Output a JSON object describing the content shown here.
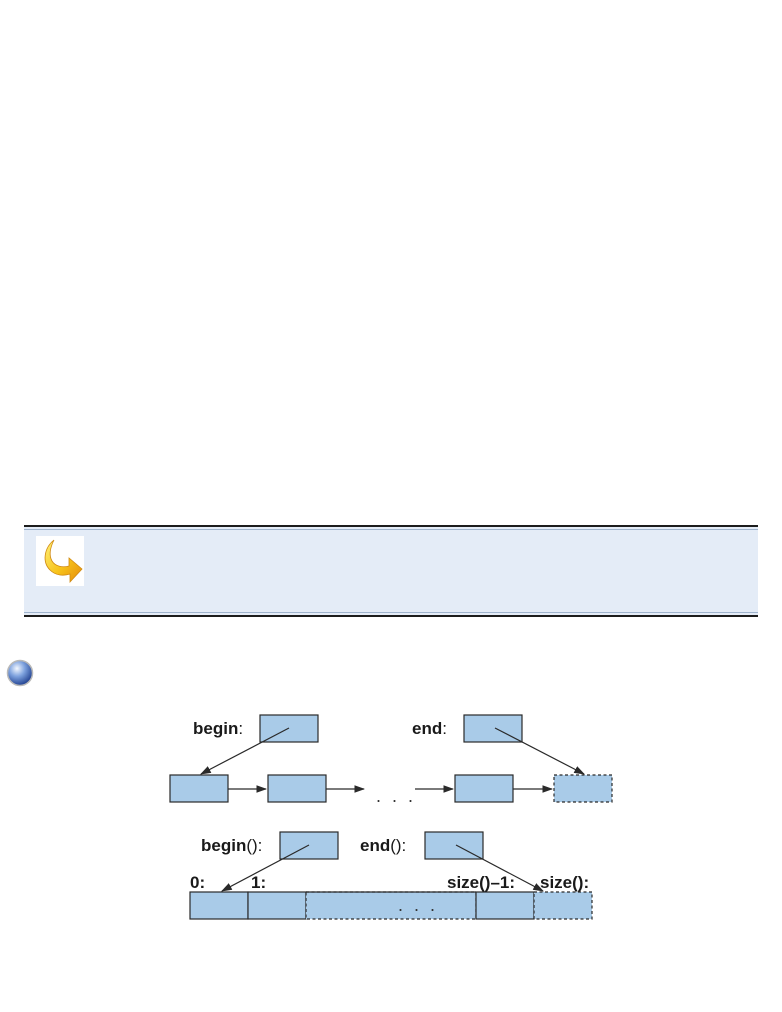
{
  "note": {
    "icon": "curved-arrow-icon"
  },
  "bullet": {
    "icon": "round-bullet-icon"
  },
  "figure": {
    "list": {
      "begin_name": "begin",
      "begin_suffix": ":",
      "end_name": "end",
      "end_suffix": ":",
      "ellipsis": ". . ."
    },
    "array": {
      "begin_name": "begin",
      "begin_suffix": "():",
      "end_name": "end",
      "end_suffix": "():",
      "index_first": "0:",
      "index_second": "1:",
      "index_last": "size()–1:",
      "index_past_end": "size():",
      "ellipsis": ". . ."
    }
  },
  "colors": {
    "box_fill": "#a9cbe8",
    "stroke": "#2a2a2a",
    "note_background": "#e4ecf7"
  }
}
